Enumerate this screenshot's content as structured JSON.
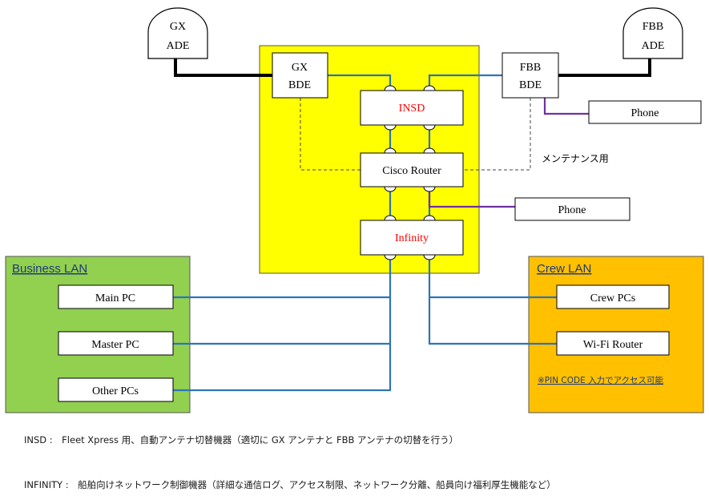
{
  "colors": {
    "control_panel": "#ffff00",
    "business_lan": "#92d050",
    "crew_lan": "#ffc000",
    "ethernet": "#2e75b6",
    "phone_line": "#7030a0",
    "antenna_cable": "#000000",
    "label_red": "#ff0000"
  },
  "antennas": {
    "gx": {
      "line1": "GX",
      "line2": "ADE"
    },
    "fbb": {
      "line1": "FBB",
      "line2": "ADE"
    }
  },
  "bde": {
    "gx": {
      "line1": "GX",
      "line2": "BDE"
    },
    "fbb": {
      "line1": "FBB",
      "line2": "BDE"
    }
  },
  "devices": {
    "insd": "INSD",
    "cisco_router": "Cisco Router",
    "infinity": "Infinity",
    "phone_fbb": "Phone",
    "phone_router": "Phone"
  },
  "maintenance_label": "メンテナンス用",
  "business_lan": {
    "title": "Business LAN",
    "items": [
      "Main PC",
      "Master PC",
      "Other PCs"
    ]
  },
  "crew_lan": {
    "title": "Crew LAN",
    "items": [
      "Crew PCs",
      "Wi-Fi Router"
    ],
    "note": "※PIN CODE 入力でアクセス可能"
  },
  "footnotes": [
    "INSD :　Fleet Xpress 用、自動アンテナ切替機器（適切に GX アンテナと FBB アンテナの切替を行う）",
    "INFINITY :　船舶向けネットワーク制御機器（詳細な通信ログ、アクセス制限、ネットワーク分離、船員向け福利厚生機能など）"
  ]
}
